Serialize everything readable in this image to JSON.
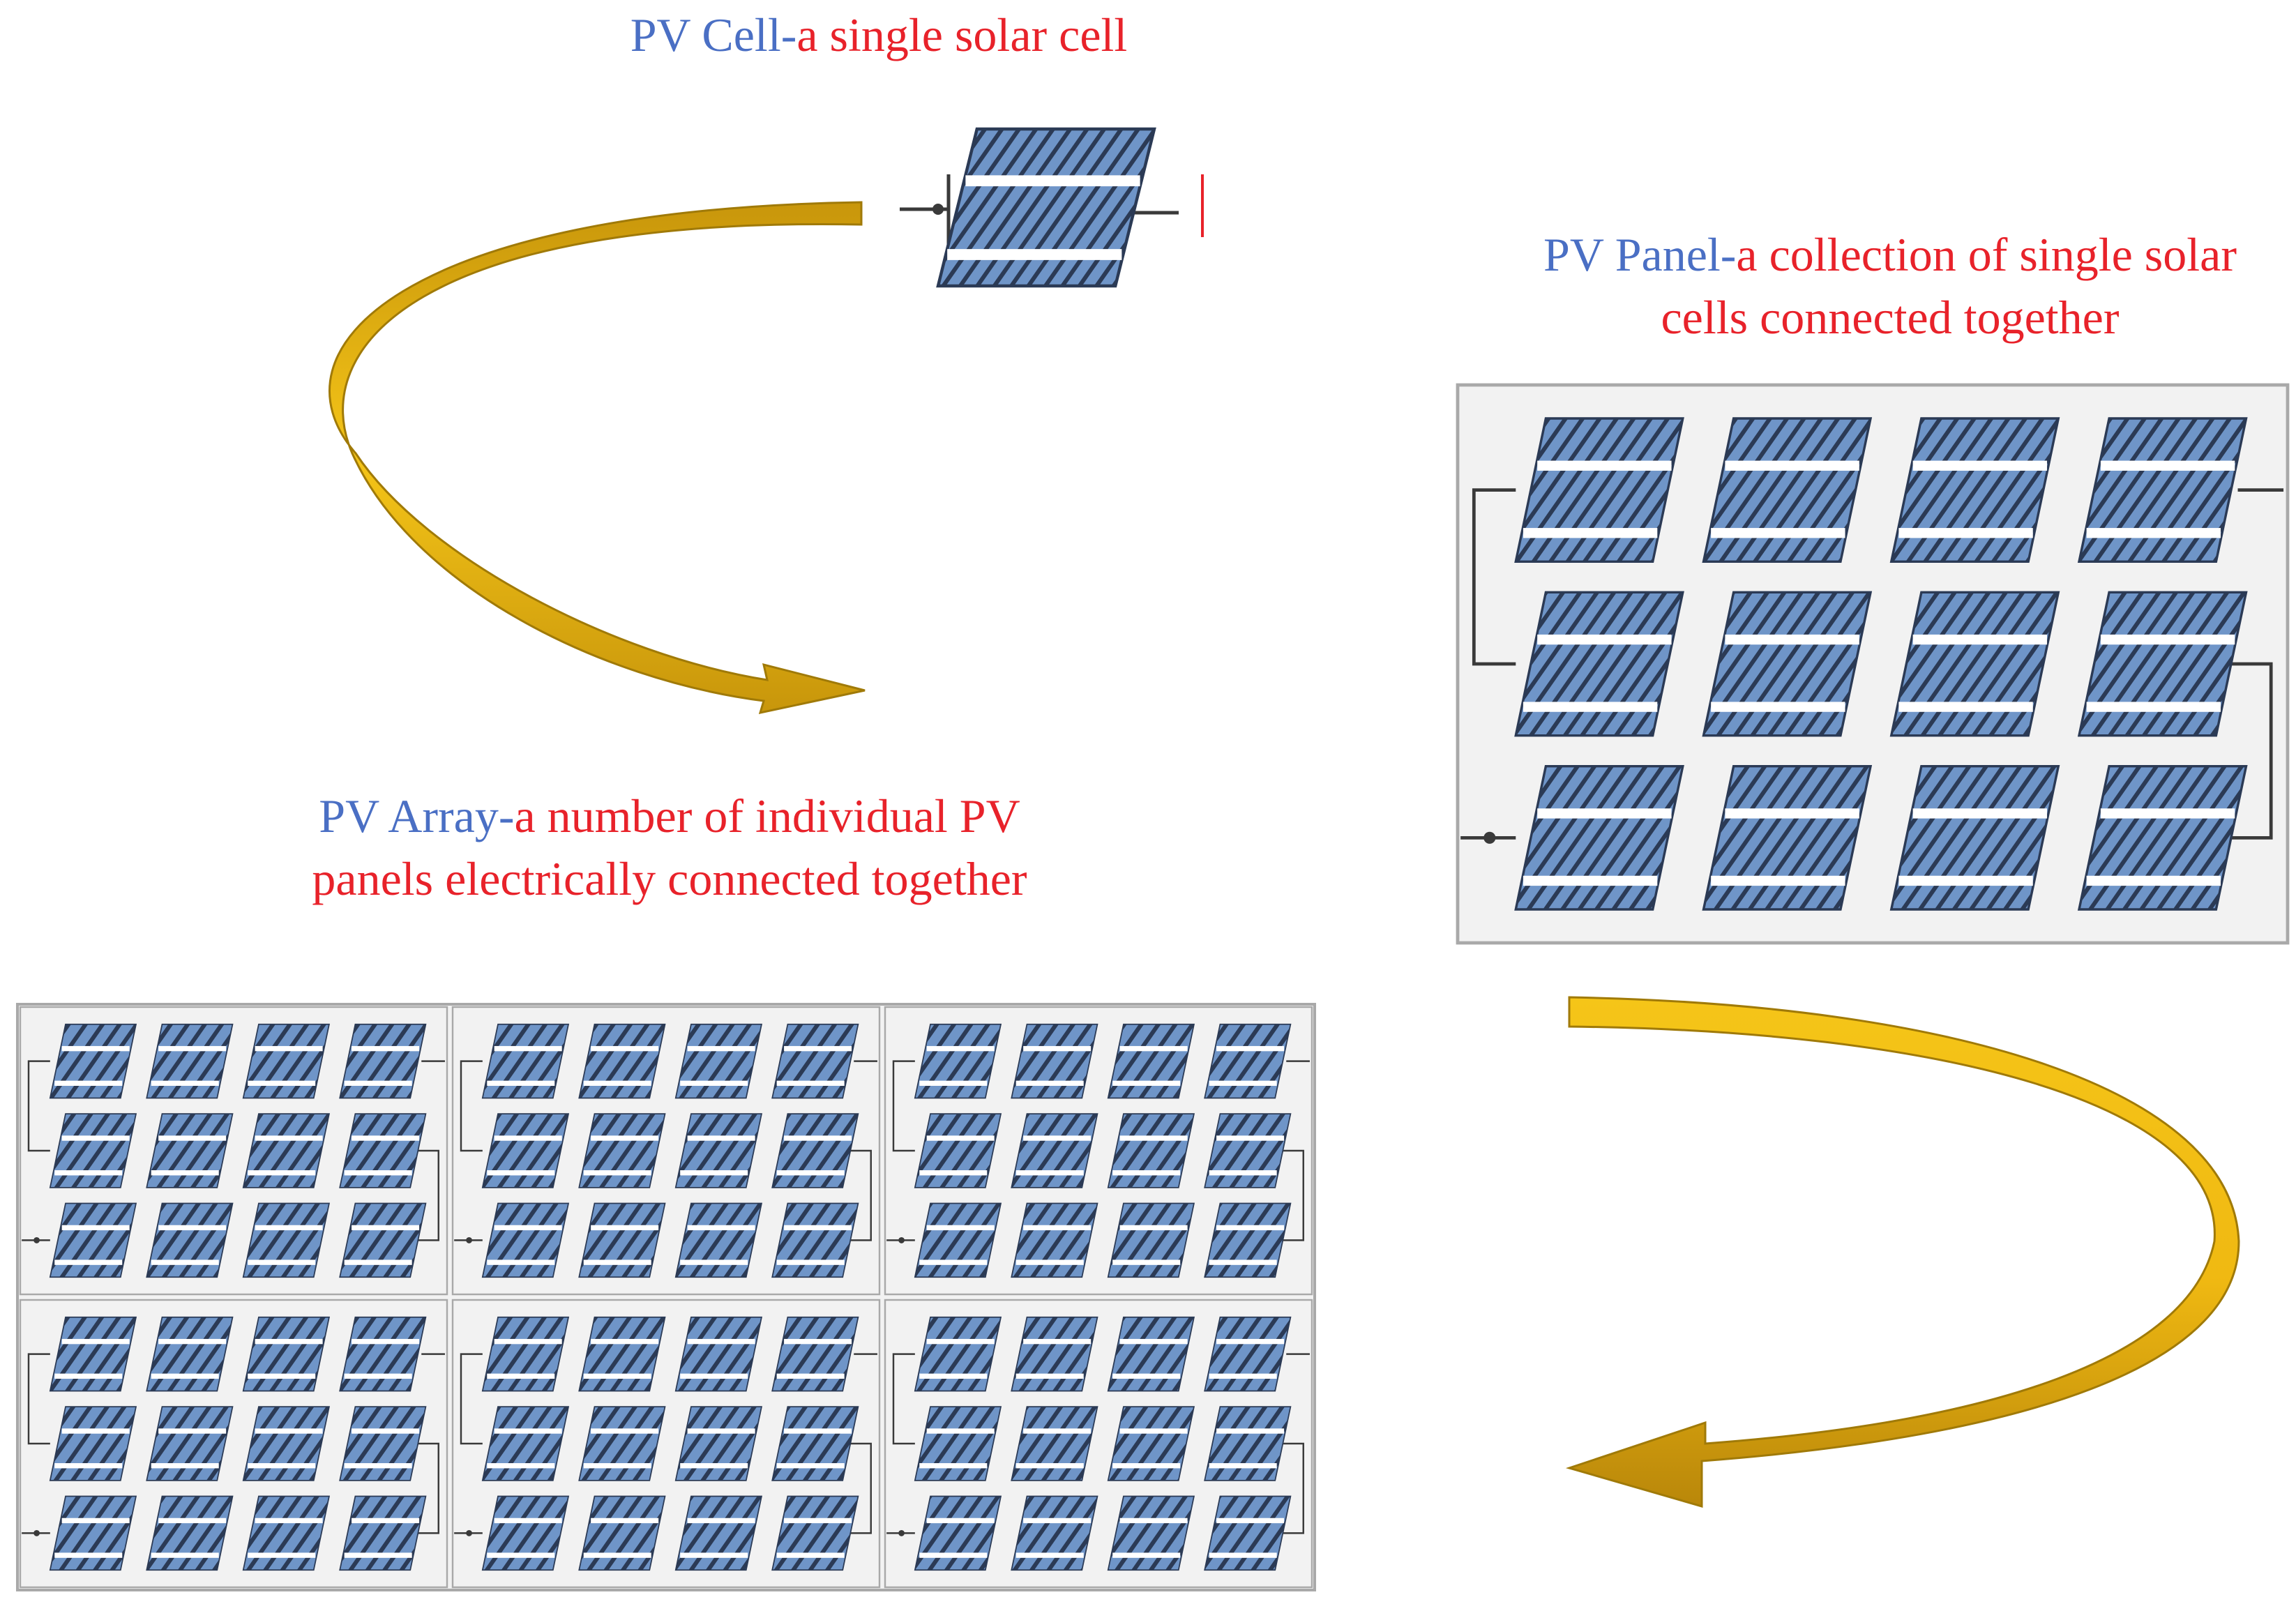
{
  "labels": {
    "cell": {
      "name": "PV Cell-",
      "description": "a single solar cell"
    },
    "panel": {
      "name": "PV Panel-",
      "line1": "a collection of single solar",
      "line2": "cells connected together"
    },
    "array": {
      "name": "PV Array-",
      "line1": "a number of individual PV",
      "line2": "panels electrically connected together"
    }
  },
  "colors": {
    "cell_fill": "#6f95c8",
    "cell_stripe": "#ffffff",
    "hatch": "#2b3a55",
    "frame_fill": "#f2f2f2",
    "frame_border": "#a9a9a9",
    "wire": "#3a3a3a",
    "arrow_light": "#f5c518",
    "arrow_dark": "#c8960b"
  },
  "panel_grid": {
    "rows": 3,
    "cols": 4
  },
  "array_grid": {
    "rows": 2,
    "cols": 3
  }
}
